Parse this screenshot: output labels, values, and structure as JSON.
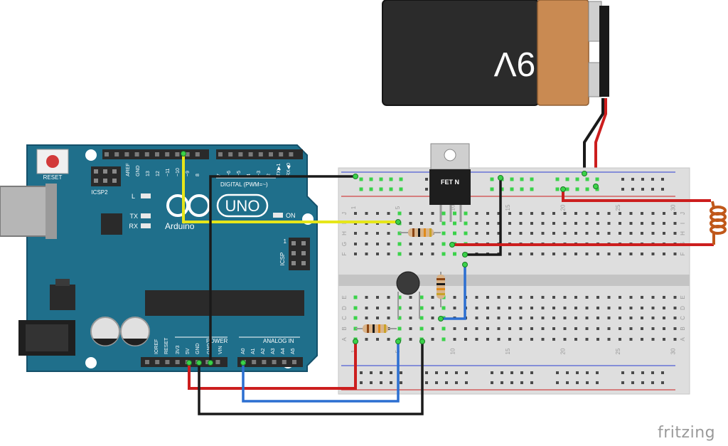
{
  "battery": {
    "label": "9V"
  },
  "transistor": {
    "label": "FET N"
  },
  "arduino": {
    "reset_label": "RESET",
    "icsp2_label": "ICSP2",
    "icsp_label": "ICSP",
    "icsp_pin": "1",
    "uno_label": "UNO",
    "arduino_label": "Arduino",
    "led_l": "L",
    "led_tx": "TX",
    "led_rx": "RX",
    "on_label": "ON",
    "digital_label": "DIGITAL (PWM=~)",
    "power_label": "POWER",
    "analog_label": "ANALOG IN",
    "top_pins": [
      "AREF",
      "GND",
      "13",
      "12",
      "~11",
      "~10",
      "~9",
      "8",
      "7",
      "~6",
      "~5",
      "4",
      "~3",
      "2",
      "TX▶1",
      "RX◀0"
    ],
    "power_pins": [
      "IOREF",
      "RESET",
      "3V3",
      "5V",
      "GND",
      "GND",
      "VIN"
    ],
    "analog_pins": [
      "A0",
      "A1",
      "A2",
      "A3",
      "A4",
      "A5"
    ]
  },
  "breadboard": {
    "col_numbers": [
      "1",
      "5",
      "10",
      "15",
      "20",
      "25",
      "30"
    ],
    "rows_top": [
      "J",
      "I",
      "H",
      "G",
      "F"
    ],
    "rows_bottom": [
      "E",
      "D",
      "C",
      "B",
      "A"
    ]
  },
  "brand": "fritzing",
  "colors": {
    "arduino_blue": "#1f6f8b",
    "wire_red": "#cc1e1e",
    "wire_black": "#1a1a1a",
    "wire_blue": "#2c6fd1",
    "wire_yellow": "#e6e61a",
    "battery_body": "#2b2b2b",
    "battery_cap": "#c98a52"
  }
}
